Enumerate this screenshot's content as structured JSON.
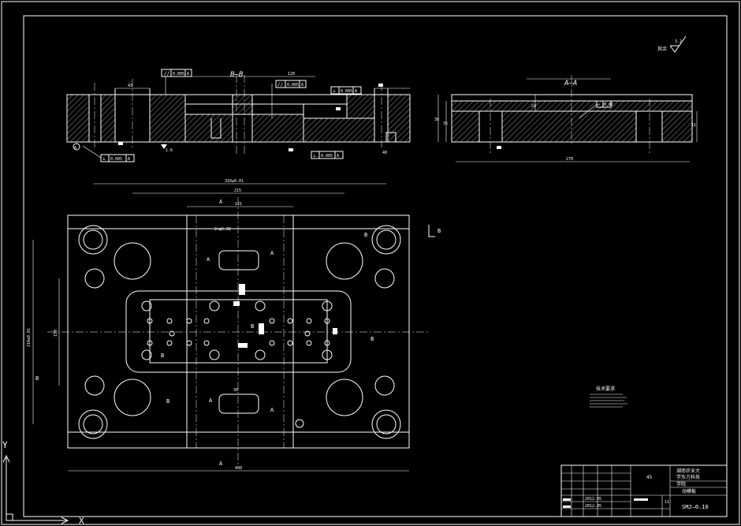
{
  "drawing": {
    "top_left_view": {
      "section_title": "B–B",
      "gdt_parallel_1": "0.005",
      "gdt_parallel_1_datum": "A",
      "gdt_parallel_2": "0.005",
      "gdt_parallel_2_datum": "A",
      "gdt_perp_bottom": "0.005",
      "gdt_perp_bottom_datum": "A",
      "gdt_perp_right": "0.005",
      "gdt_perp_right_datum": "A",
      "dim_top_left": "43",
      "dim_top_mid": "120",
      "dim_top_right": "50",
      "roughness_mark": "1.6",
      "datum_label": "A",
      "dim_bottom_right": "40"
    },
    "top_right_view": {
      "section_title": "A–A",
      "gdt_flatness": "0.02",
      "dim_height_total": "38",
      "dim_height_left": "35",
      "dim_height_right": "11",
      "dim_inner": "24",
      "dim_width": "270"
    },
    "plan_view": {
      "dim_overall_width": "400",
      "dim_top_1": "310±0.01",
      "dim_top_2": "215",
      "dim_top_3": "121",
      "dim_left_1": "210±0.01",
      "dim_left_2": "150",
      "dim_center": "30",
      "dim_small_hole": "2×φ6.02",
      "section_labels": {
        "A": "A",
        "B": "B"
      }
    },
    "roughness_corner": {
      "label": "其余",
      "value": "3.2"
    },
    "tech_requirements": {
      "title": "技术要求"
    },
    "title_block": {
      "scale": "45",
      "school_line1": "湖南农业大",
      "school_line2": "学东方科技",
      "school_line3": "学院",
      "part_name": "动模板",
      "drawing_no": "SMJ–0.10",
      "sheet_count": "11",
      "date1": "2012.05",
      "date2": "2012.05"
    },
    "ucs": {
      "x_label": "X",
      "y_label": "Y"
    }
  }
}
